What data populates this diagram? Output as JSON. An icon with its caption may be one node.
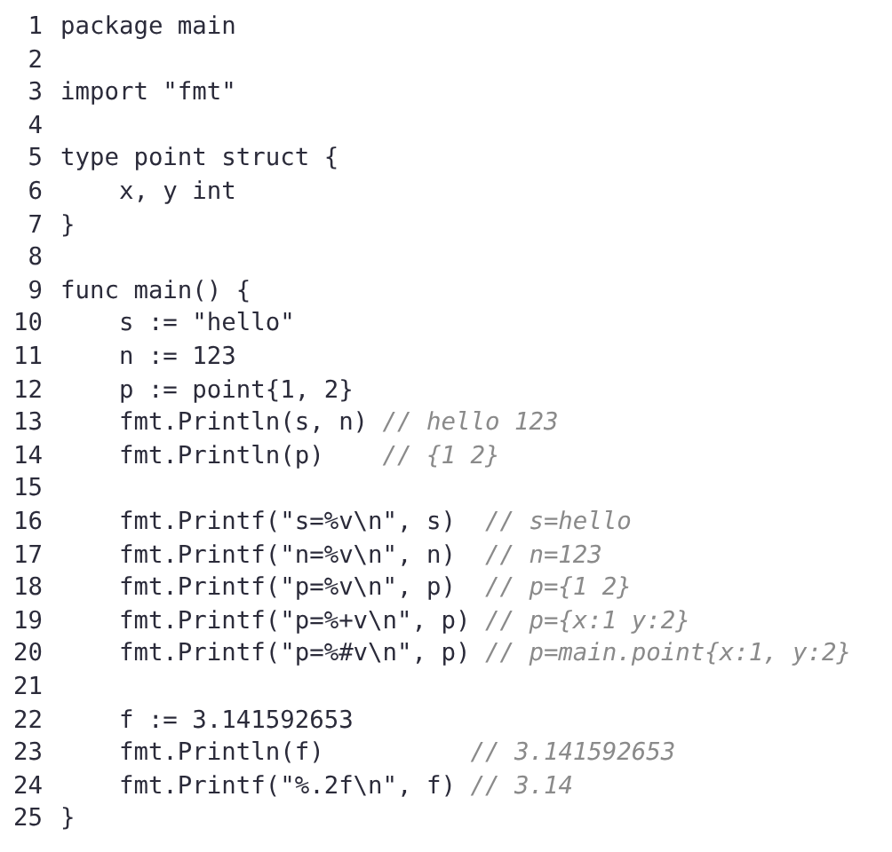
{
  "diagram": {
    "labels": [
      "1",
      "package main",
      "2",
      "3",
      "import \"fmt\"",
      "4",
      "5",
      "type point struct {",
      "6",
      "    x, y int",
      "7",
      "}",
      "8",
      "9",
      "func main() {",
      "10",
      "    s := \"hello\"",
      "11",
      "    n := 123",
      "12",
      "    p := point{1, 2}",
      "13",
      "    fmt.Println(s, n) // hello 123",
      "14",
      "    fmt.Println(p)    // {1 2}",
      "15",
      "16",
      "    fmt.Printf(\"s=%v\\n\", s)  // s=hello",
      "17",
      "    fmt.Printf(\"n=%v\\n\", n)  // n=123",
      "18",
      "    fmt.Printf(\"p=%v\\n\", p)  // p={1 2}",
      "19",
      "    fmt.Printf(\"p=%+v\\n\", p) // p={x:1 y:2}",
      "20",
      "    fmt.Printf(\"p=%#v\\n\", p) // p=main.point{x:1, y:2}",
      "21",
      "22",
      "    f := 3.141592653",
      "23",
      "    fmt.Println(f)          // 3.141592653",
      "24",
      "    fmt.Printf(\"%.2f\\n\", f) // 3.14",
      "25",
      "}"
    ]
  }
}
